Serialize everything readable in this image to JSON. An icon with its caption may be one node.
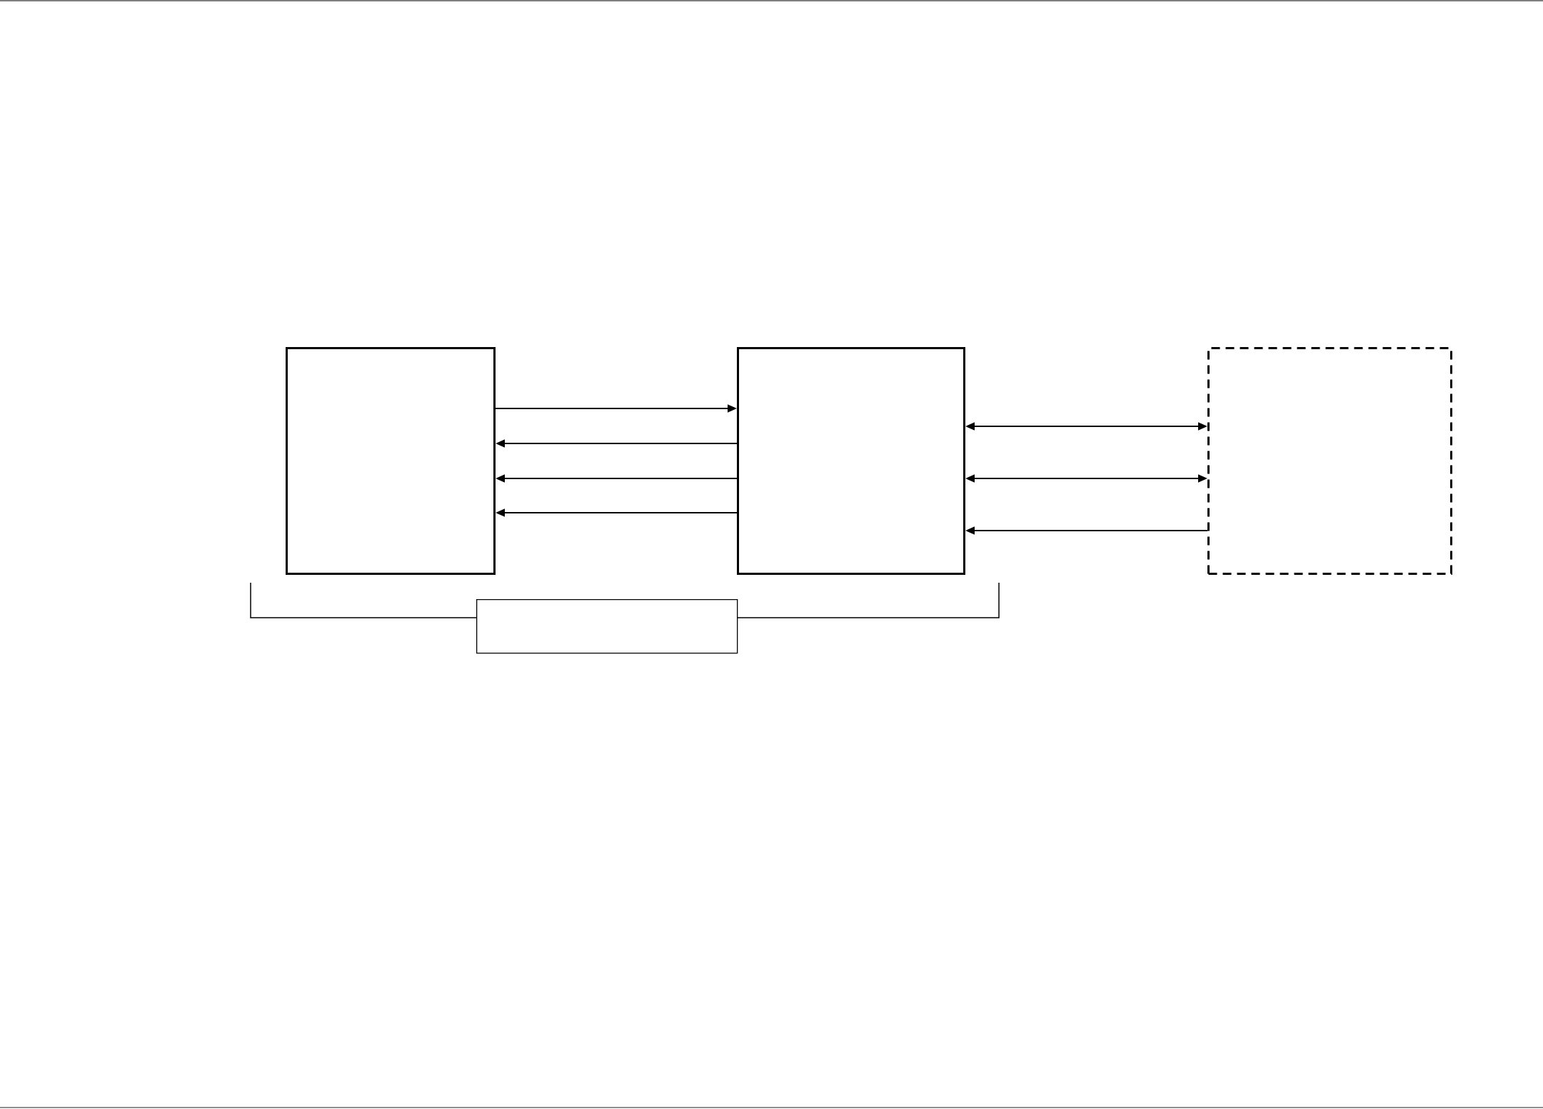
{
  "diagram": {
    "nodes": [
      {
        "text": [],
        "shape": "box"
      },
      {
        "text": [],
        "shape": "box"
      },
      {
        "text": [],
        "shape": "box"
      },
      {
        "text": [],
        "shape": "box"
      }
    ],
    "edges": [
      {
        "from": 0,
        "to": 1,
        "arrow": "to"
      },
      {
        "from": 1,
        "to": 0,
        "arrow": "to"
      },
      {
        "from": 1,
        "to": 0,
        "arrow": "to"
      },
      {
        "from": 1,
        "to": 0,
        "arrow": "to"
      },
      {
        "from": 1,
        "to": 2,
        "arrow": "both"
      },
      {
        "from": 1,
        "to": 2,
        "arrow": "both"
      },
      {
        "from": 2,
        "to": 1,
        "arrow": "to"
      }
    ]
  }
}
